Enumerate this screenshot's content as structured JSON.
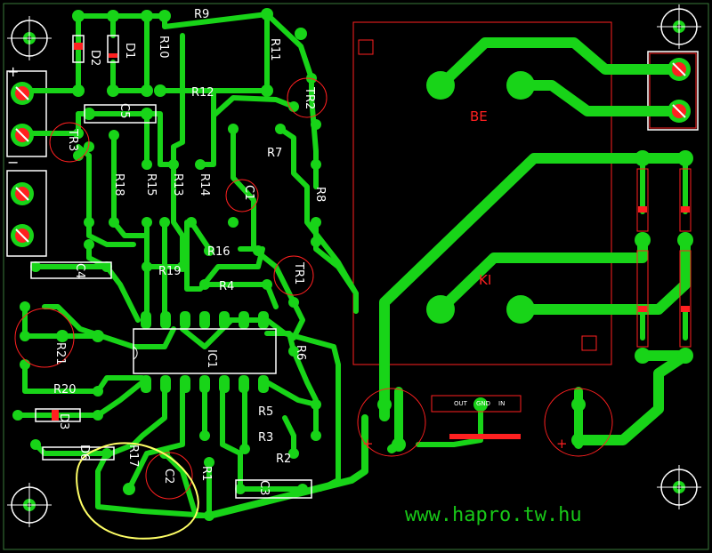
{
  "board": {
    "background": "#000000",
    "copper_color": "#18d418",
    "silk_color": "#ffffff",
    "outline_color": "#ff2020",
    "highlight_color": "#ffff66"
  },
  "labels": {
    "r9": "R9",
    "r11": "R11",
    "r10": "R10",
    "r12": "R12",
    "d1": "D1",
    "d2": "D2",
    "c5": "C5",
    "tr3": "TR3",
    "tr2": "TR2",
    "r7": "R7",
    "r8": "R8",
    "r18": "R18",
    "r15": "R15",
    "r13": "R13",
    "r14": "R14",
    "c1": "C1",
    "r16": "R16",
    "r19": "R19",
    "c4": "C4",
    "r4": "R4",
    "tr1": "TR1",
    "r21": "R21",
    "ic1": "IC1",
    "r6": "R6",
    "r20": "R20",
    "d3": "D3",
    "r5": "R5",
    "r3": "R3",
    "r2": "R2",
    "r17": "R17",
    "d6": "D6",
    "c2": "C2",
    "r1": "R1",
    "c3": "C3",
    "be": "BE",
    "ki": "KI",
    "reg_in": "IN",
    "reg_gnd": "GND",
    "reg_out": "OUT",
    "url": "www.hapro.tw.hu",
    "plus": "+",
    "minus": "−",
    "cap_plus": "+"
  }
}
